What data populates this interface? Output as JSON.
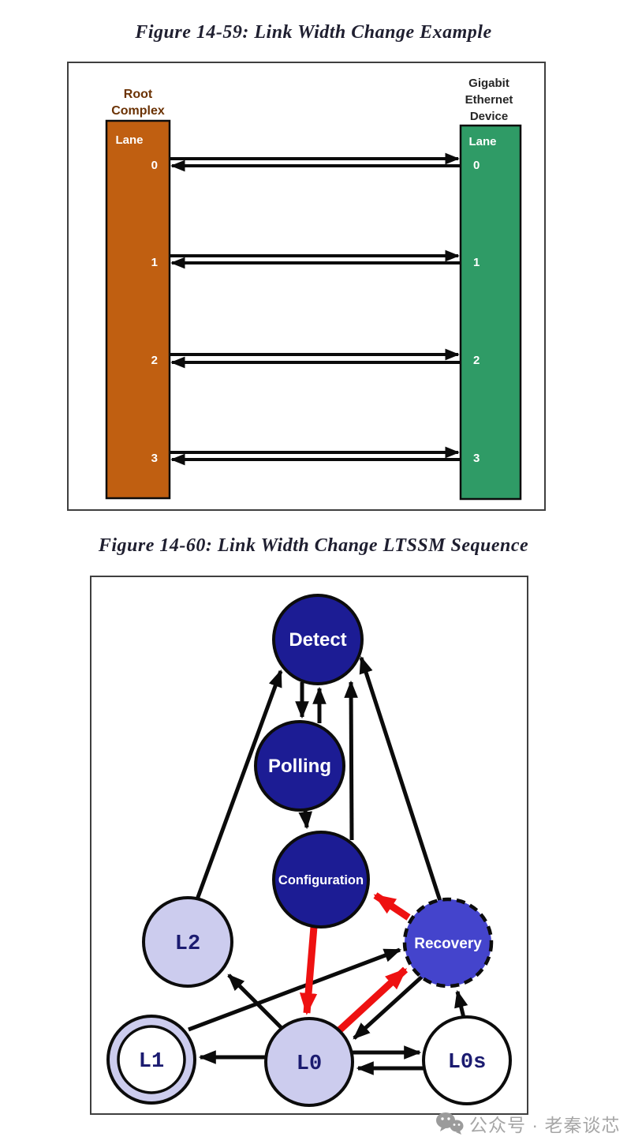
{
  "figure59": {
    "title": "Figure 14-59: Link Width Change Example",
    "root_complex": {
      "name_lines": [
        "Root",
        "Complex"
      ],
      "lane_header": "Lane",
      "fill": "#c05f11",
      "label_color": "#6b3204"
    },
    "ethernet_device": {
      "name_lines": [
        "Gigabit",
        "Ethernet",
        "Device"
      ],
      "lane_header": "Lane",
      "fill": "#2f9b66",
      "label_color": "#262626"
    },
    "lane_numbers": [
      "0",
      "1",
      "2",
      "3"
    ],
    "lanes_note": "each lane joined by one right-pointing and one left-pointing arrow"
  },
  "figure60": {
    "title": "Figure 14-60: Link Width Change LTSSM Sequence",
    "nodes": {
      "detect": {
        "label": "Detect",
        "fill": "#1c1c94"
      },
      "polling": {
        "label": "Polling",
        "fill": "#1c1c94"
      },
      "configuration": {
        "label": "Configuration",
        "fill": "#1c1c94"
      },
      "recovery": {
        "label": "Recovery",
        "fill": "#4444cc",
        "border": "dashed"
      },
      "l2": {
        "label": "L2",
        "fill": "#ccccee"
      },
      "l1": {
        "label": "L1",
        "fill": "#ffffff",
        "double_ring": true,
        "ring_fill": "#ccccee"
      },
      "l0": {
        "label": "L0",
        "fill": "#ccccee"
      },
      "l0s": {
        "label": "L0s",
        "fill": "#ffffff"
      }
    },
    "edges_black": [
      "Detect->Polling",
      "Polling->Detect",
      "Polling->Configuration",
      "Configuration->Detect",
      "L2->Detect",
      "Recovery->Detect",
      "L1->Recovery",
      "L0->L2",
      "Recovery->L0",
      "L0s->Recovery",
      "L0->L1",
      "L0->L0s",
      "L0s->L0"
    ],
    "edges_red": [
      "Configuration->L0",
      "L0->Recovery",
      "Recovery->Configuration"
    ],
    "colors": {
      "edge_black": "#0b0b0b",
      "edge_red": "#ee1111"
    }
  },
  "watermark": {
    "text": "公众号 · 老秦谈芯",
    "color": "#a6a6a6"
  }
}
